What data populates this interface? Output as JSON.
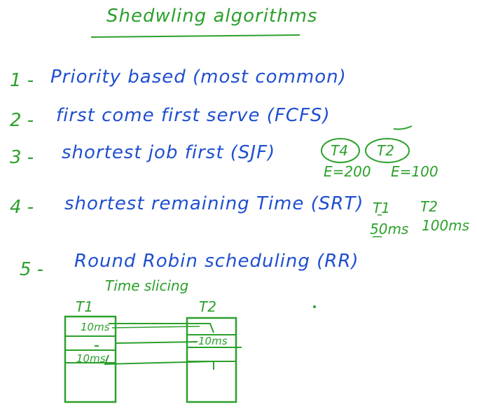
{
  "title": "Shedwling algorithms",
  "items": [
    {
      "num": "1 -",
      "text": "Priority based (most common)"
    },
    {
      "num": "2 -",
      "text": "first come first serve (FCFS)"
    },
    {
      "num": "3 -",
      "text": "shortest job first (SJF)"
    },
    {
      "num": "4 -",
      "text": "shortest remaining Time (SRT)"
    },
    {
      "num": "5 -",
      "text": "Round Robin scheduling (RR)"
    }
  ],
  "sjf_example": {
    "t4": "T4",
    "t2": "T2",
    "t4_value": "E=200",
    "t2_value": "E=100"
  },
  "srt_example": {
    "t1": "T1",
    "t2": "T2",
    "t1_value": "50ms",
    "t2_value": "100ms"
  },
  "rr": {
    "subtitle": "Time slicing",
    "t1": "T1",
    "t2": "T2",
    "slice_top": "10ms",
    "slice_right": "10ms",
    "slice_bottom": "10ms"
  }
}
